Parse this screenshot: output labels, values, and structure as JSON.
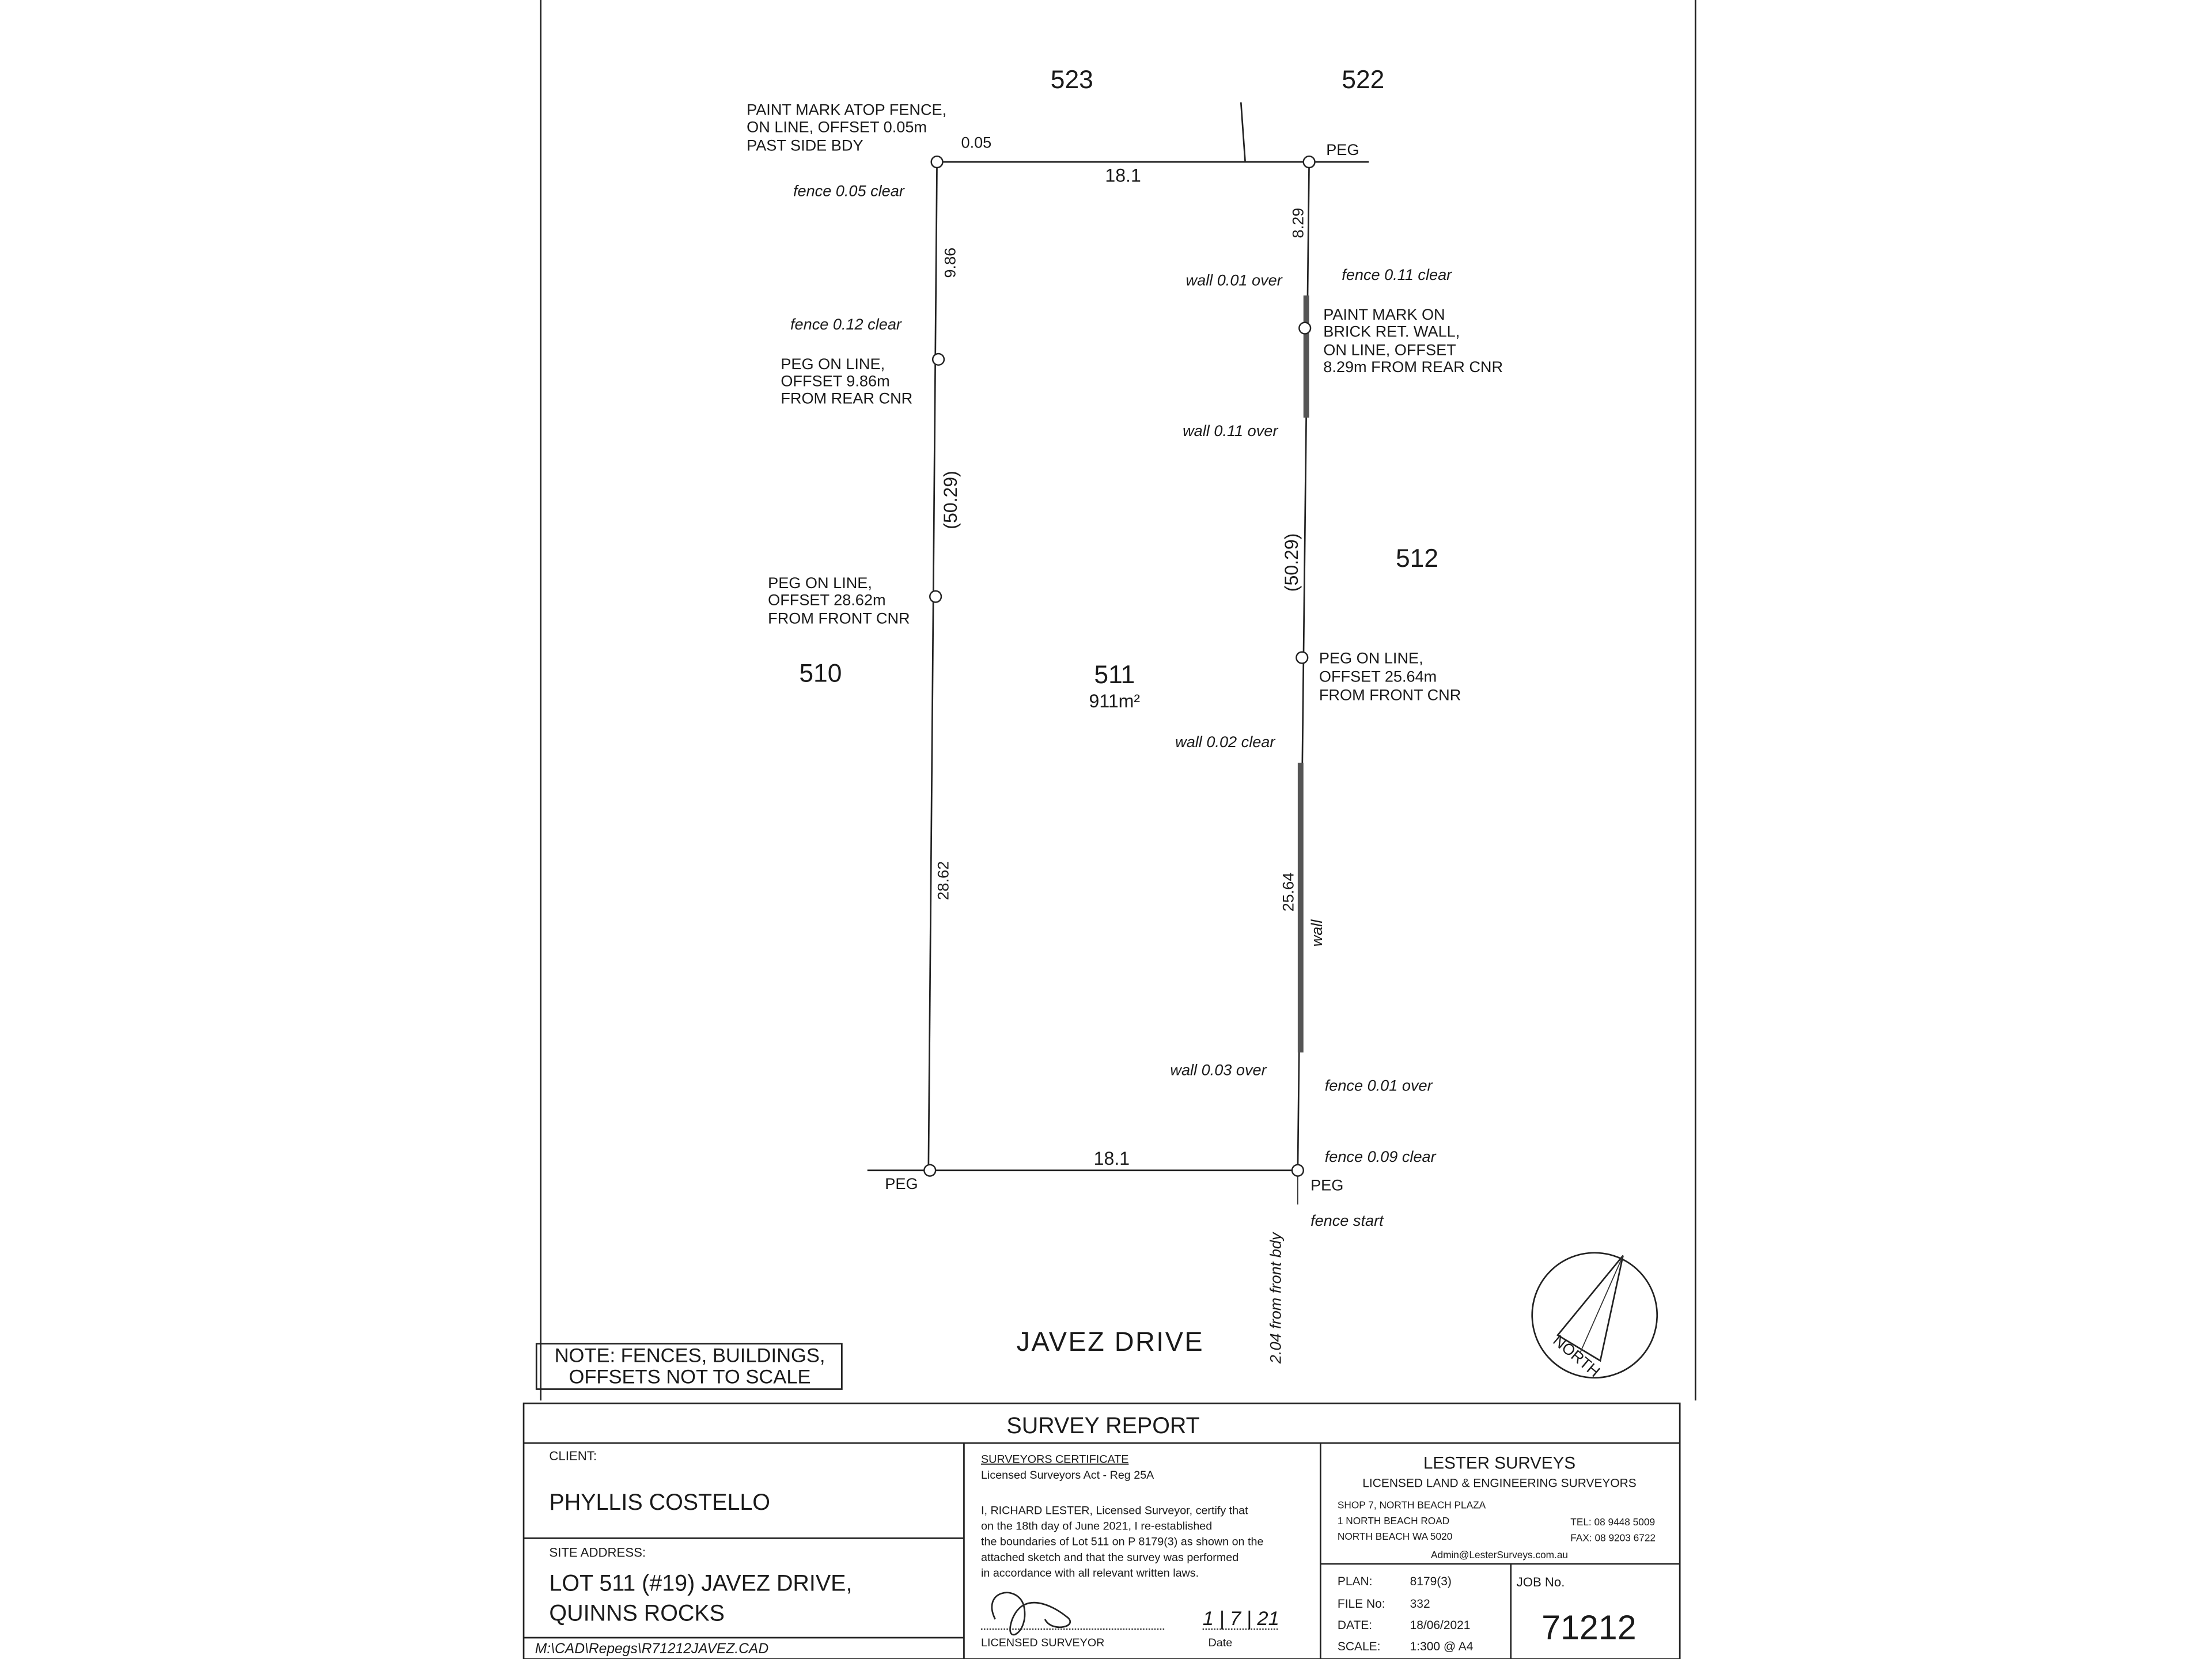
{
  "plan": {
    "adjacent_lots": {
      "top_left": "523",
      "top_right": "522",
      "left": "510",
      "right": "512"
    },
    "lot": {
      "number": "511",
      "area": "911m²"
    },
    "street": "JAVEZ DRIVE",
    "dimensions": {
      "top": "18.1",
      "bottom": "18.1",
      "left_total": "(50.29)",
      "right_total": "(50.29)",
      "left_upper": "9.86",
      "left_lower": "28.62",
      "right_upper": "8.29",
      "right_lower": "25.64",
      "top_offset": "0.05"
    },
    "annotations": {
      "paint_mark_fence": [
        "PAINT MARK ATOP FENCE,",
        "ON LINE, OFFSET 0.05m",
        "PAST SIDE BDY"
      ],
      "peg_top_right": "PEG",
      "peg_bottom_left": "PEG",
      "peg_bottom_right": "PEG",
      "fence_005_clear": "fence 0.05 clear",
      "wall_001_over": "wall 0.01 over",
      "fence_011_clear": "fence 0.11 clear",
      "paint_mark_wall": [
        "PAINT MARK ON",
        "BRICK RET. WALL,",
        "ON LINE, OFFSET",
        "8.29m FROM REAR CNR"
      ],
      "fence_012_clear": "fence 0.12 clear",
      "peg_left_upper": [
        "PEG ON LINE,",
        "OFFSET 9.86m",
        "FROM REAR CNR"
      ],
      "wall_011_over": "wall 0.11 over",
      "peg_left_lower": [
        "PEG ON LINE,",
        "OFFSET 28.62m",
        "FROM FRONT CNR"
      ],
      "peg_right_lower": [
        "PEG ON LINE,",
        "OFFSET 25.64m",
        "FROM FRONT CNR"
      ],
      "wall_002_clear": "wall 0.02 clear",
      "wall_label": "wall",
      "wall_003_over": "wall 0.03 over",
      "fence_001_over": "fence 0.01 over",
      "fence_009_clear": "fence 0.09 clear",
      "fence_start": "fence start",
      "front_bdy": "2.04 from front bdy"
    },
    "north_label": "NORTH",
    "note": [
      "NOTE: FENCES,  BUILDINGS,",
      "OFFSETS NOT TO SCALE"
    ]
  },
  "report": {
    "title": "SURVEY REPORT",
    "client_label": "CLIENT:",
    "client": "PHYLLIS COSTELLO",
    "site_label": "SITE ADDRESS:",
    "site": [
      "LOT 511 (#19) JAVEZ DRIVE,",
      "QUINNS ROCKS"
    ],
    "file_path": "M:\\CAD\\Repegs\\R71212JAVEZ.CAD",
    "certificate": {
      "title": "SURVEYORS CERTIFICATE",
      "act": "Licensed Surveyors Act - Reg 25A",
      "body": [
        "I, RICHARD LESTER,  Licensed Surveyor, certify that",
        "on the 18th day of June 2021, I re-established",
        "the boundaries of Lot 511 on P 8179(3) as shown on the",
        "attached sketch and that the survey was performed",
        "in accordance with all relevant written laws."
      ],
      "signature_label": "LICENSED SURVEYOR",
      "date_label": "Date",
      "signed_date": "1 | 7 | 21"
    },
    "company": {
      "name": "LESTER SURVEYS",
      "tagline": "LICENSED LAND & ENGINEERING SURVEYORS",
      "address": [
        "SHOP 7, NORTH BEACH PLAZA",
        "1 NORTH BEACH ROAD",
        "NORTH BEACH  WA  5020"
      ],
      "tel": "TEL: 08 9448 5009",
      "fax": "FAX: 08 9203 6722",
      "email": "Admin@LesterSurveys.com.au"
    },
    "details": {
      "plan_label": "PLAN:",
      "plan": "8179(3)",
      "file_label": "FILE No:",
      "file": "332",
      "date_label": "DATE:",
      "date": "18/06/2021",
      "scale_label": "SCALE:",
      "scale": "1:300 @ A4"
    },
    "job_label": "JOB No.",
    "job_number": "71212"
  }
}
